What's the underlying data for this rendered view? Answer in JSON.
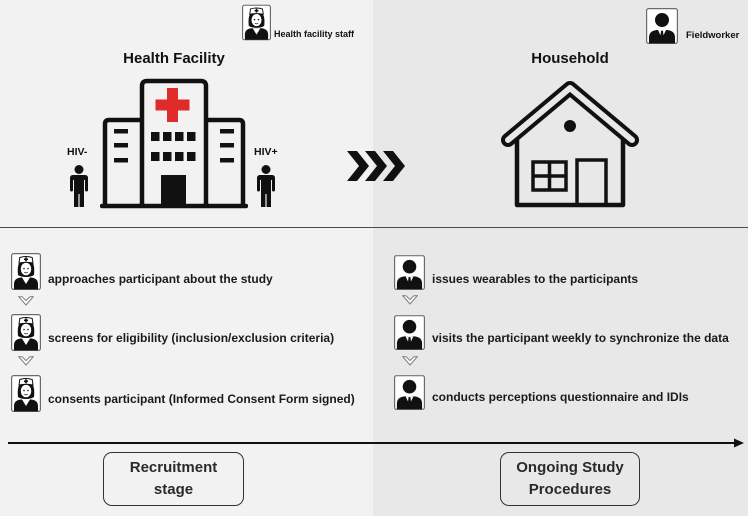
{
  "header": {
    "staff": {
      "icon": "nurse-icon",
      "label": "Health facility staff"
    },
    "fieldworker": {
      "icon": "fieldworker-icon",
      "label": "Fieldworker"
    }
  },
  "health_facility": {
    "title": "Health Facility",
    "icon": "hospital-icon",
    "hiv_negative": {
      "label": "HIV-",
      "icon": "person-icon"
    },
    "hiv_positive": {
      "label": "HIV+",
      "icon": "person-icon"
    }
  },
  "transition_icon": "triple-chevron-right-icon",
  "household": {
    "title": "Household",
    "icon": "house-icon"
  },
  "recruitment_steps": [
    {
      "icon": "nurse-icon",
      "text": "approaches participant about the study"
    },
    {
      "icon": "nurse-icon",
      "text": "screens for eligibility (inclusion/exclusion criteria)"
    },
    {
      "icon": "nurse-icon",
      "text": "consents participant (Informed Consent Form signed)"
    }
  ],
  "ongoing_steps": [
    {
      "icon": "fieldworker-icon",
      "text": "issues wearables to the participants"
    },
    {
      "icon": "fieldworker-icon",
      "text": "visits the participant weekly to synchronize the data"
    },
    {
      "icon": "fieldworker-icon",
      "text": "conducts perceptions questionnaire and IDIs"
    }
  ],
  "step_connector_icon": "chevron-down-icon",
  "timeline_icon": "arrow-right-icon",
  "stages": {
    "recruitment": {
      "lines": [
        "Recruitment",
        "stage"
      ]
    },
    "ongoing": {
      "lines": [
        "Ongoing Study",
        "Procedures"
      ]
    }
  },
  "colors": {
    "left_background": "#f2f2f2",
    "right_background": "#e8e8e8",
    "cross": "#e02b2b",
    "ink": "#111111"
  }
}
